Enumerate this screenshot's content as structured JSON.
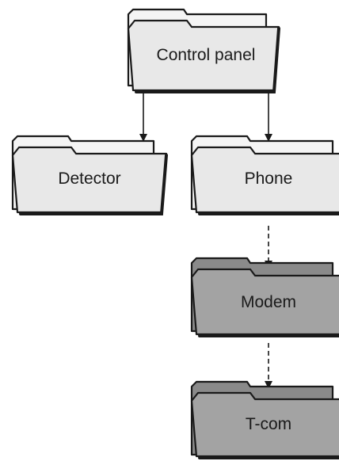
{
  "nodes": [
    {
      "id": "control-panel",
      "label": "Control panel",
      "fill": "#e8e8e8"
    },
    {
      "id": "detector",
      "label": "Detector",
      "fill": "#e8e8e8"
    },
    {
      "id": "phone",
      "label": "Phone",
      "fill": "#e8e8e8"
    },
    {
      "id": "modem",
      "label": "Modem",
      "fill": "#a3a3a3"
    },
    {
      "id": "t-com",
      "label": "T-com",
      "fill": "#a3a3a3"
    }
  ],
  "edges": [
    {
      "from": "control-panel",
      "to": "detector",
      "style": "solid"
    },
    {
      "from": "control-panel",
      "to": "phone",
      "style": "solid"
    },
    {
      "from": "phone",
      "to": "modem",
      "style": "dashed"
    },
    {
      "from": "modem",
      "to": "t-com",
      "style": "dashed"
    }
  ],
  "colors": {
    "outline": "#1a1a1a",
    "light_folder": "#e8e8e8",
    "dark_folder": "#a3a3a3"
  }
}
